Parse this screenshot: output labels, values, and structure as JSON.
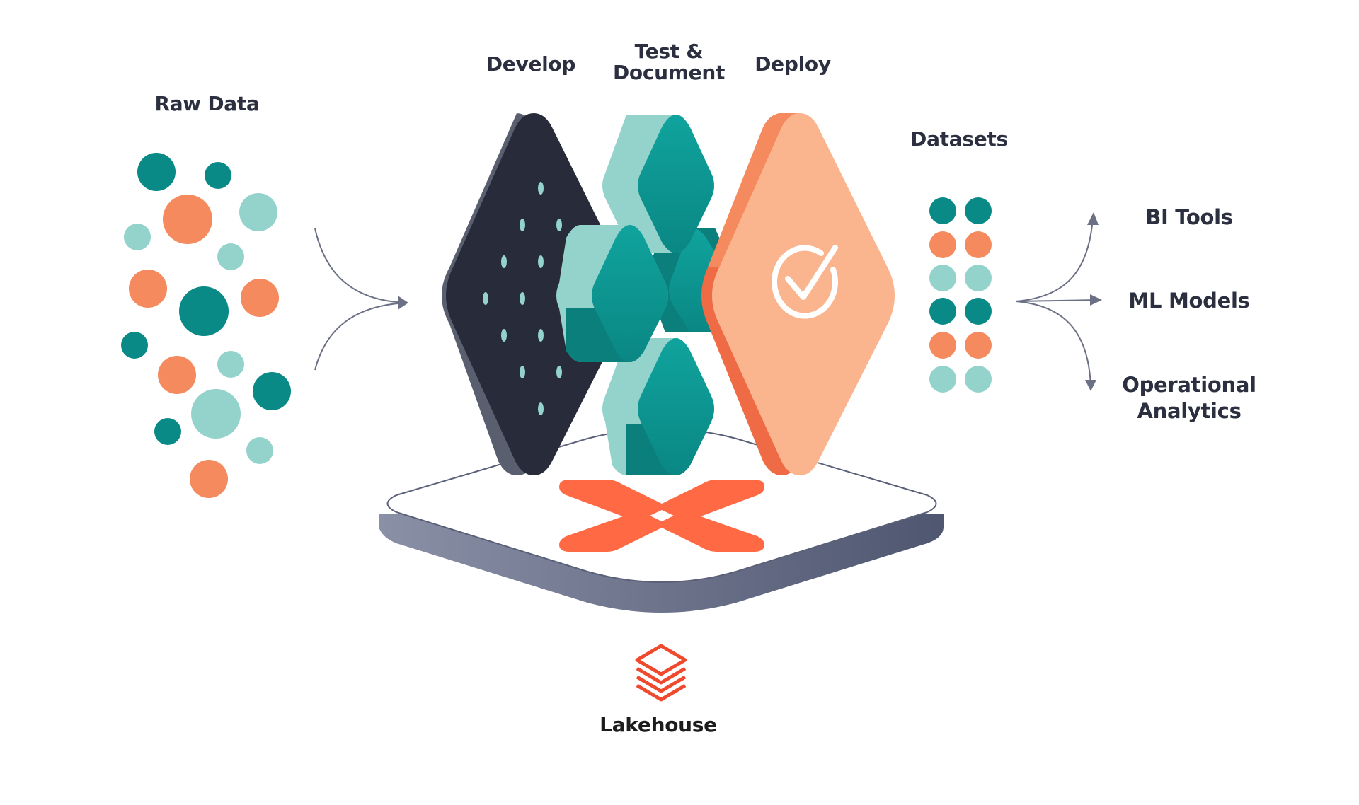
{
  "labels": {
    "raw_data": "Raw Data",
    "develop": "Develop",
    "test_document_1": "Test &",
    "test_document_2": "Document",
    "deploy": "Deploy",
    "datasets": "Datasets",
    "bi_tools": "BI Tools",
    "ml_models": "ML Models",
    "operational_1": "Operational",
    "operational_2": "Analytics",
    "lakehouse": "Lakehouse"
  },
  "icons": {
    "platform_logo": "x-logo-icon",
    "lakehouse_logo": "stacked-layers-icon",
    "deploy_check": "check-circle-icon"
  },
  "colors": {
    "teal_dark": "#0a8a87",
    "teal_mid": "#0e9d98",
    "teal_light": "#93d3cc",
    "orange": "#f48a5e",
    "peach": "#fbb58e",
    "navy": "#272b3a",
    "red_logo": "#ff6a45",
    "label": "#2b2f3f",
    "arrow": "#6b7085"
  }
}
